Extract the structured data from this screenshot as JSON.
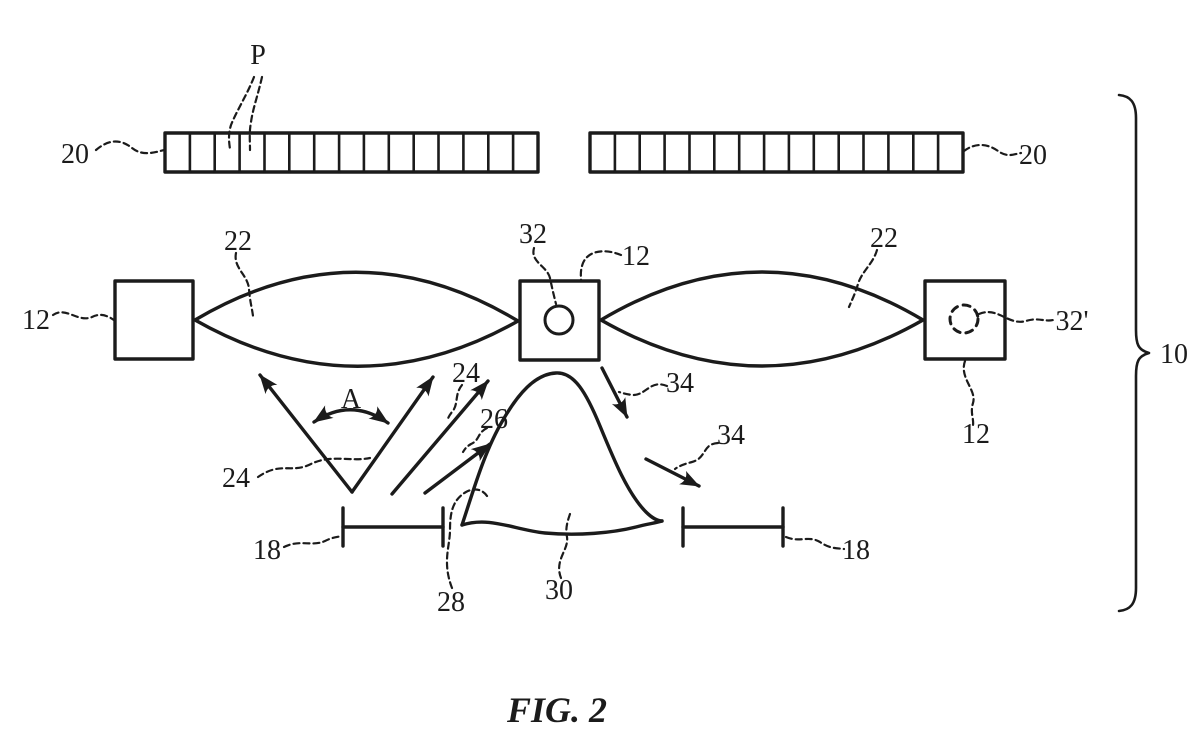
{
  "figure": {
    "caption": "FIG. 2"
  },
  "labels": {
    "p": "P",
    "n10": "10",
    "n12": "12",
    "n18": "18",
    "n20": "20",
    "n22": "22",
    "n24": "24",
    "n26": "26",
    "n28": "28",
    "n30": "30",
    "n32": "32",
    "n32_prime": "32'",
    "n34": "34",
    "a": "A"
  },
  "colors": {
    "ink": "#1b1b1b",
    "background": "#ffffff"
  }
}
